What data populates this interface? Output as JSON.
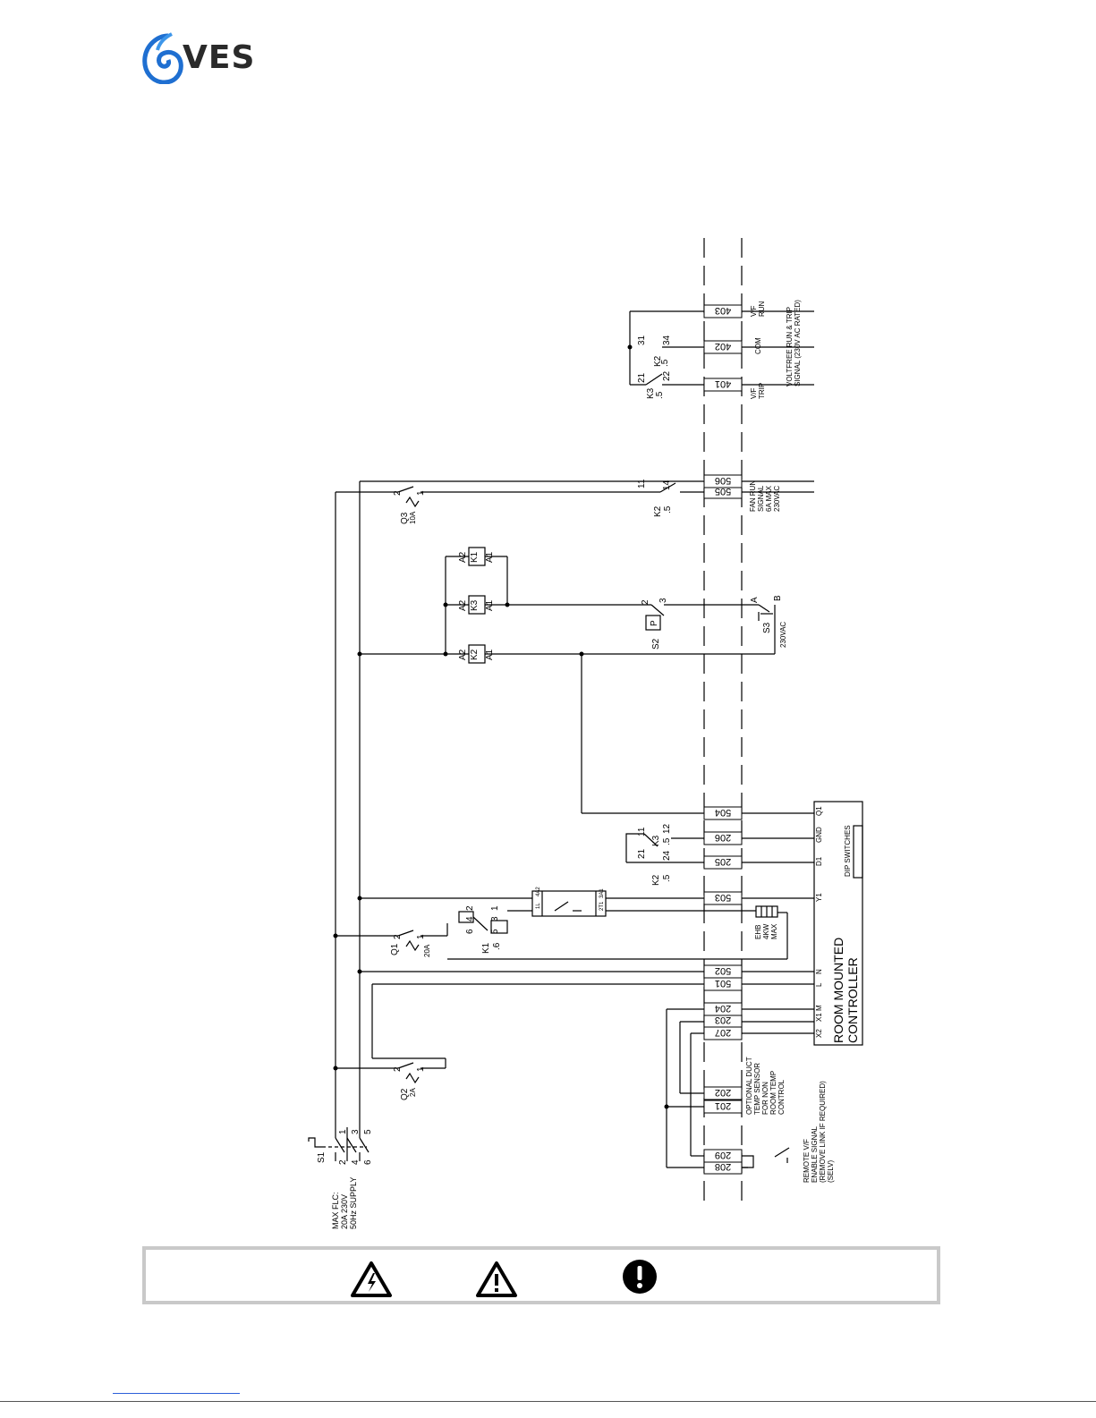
{
  "brand": {
    "logo_text": "VES"
  },
  "diagram": {
    "supply": [
      "MAX FLC:",
      "20A 230V",
      "50Hz SUPPLY"
    ],
    "main_switch": {
      "id": "S1",
      "pins_top": [
        "1",
        "3",
        "5"
      ],
      "pins_bottom": [
        "2",
        "4",
        "6"
      ]
    },
    "breakers": {
      "q1": {
        "id": "Q1",
        "rating": "20A",
        "pin_a": "2",
        "pin_b": "1"
      },
      "q2": {
        "id": "Q2",
        "rating": "2A",
        "pin_a": "2",
        "pin_b": "1"
      },
      "q3": {
        "id": "Q3",
        "rating": "10A",
        "pin_a": "2",
        "pin_b": "1"
      }
    },
    "terminals": {
      "t208": "208",
      "t209": "209",
      "t201": "201",
      "t202": "202",
      "t207": "207",
      "t203": "203",
      "t204": "204",
      "t501": "501",
      "t502": "502",
      "t503": "503",
      "t205": "205",
      "t206": "206",
      "t504": "504",
      "t505": "505",
      "t506": "506",
      "t401": "401",
      "t402": "402",
      "t403": "403"
    },
    "labels": {
      "remote": [
        "REMOTE V/F",
        "ENABLE SIGNAL",
        "(REMOVE LINK IF REQUIRED)",
        "(SELV)"
      ],
      "duct": [
        "OPTIONAL DUCT",
        "TEMP SENSOR",
        "FOR NON",
        "ROOM TEMP",
        "CONTROL"
      ],
      "ehb": [
        "EHB",
        "4KW",
        "MAX"
      ],
      "fan_run": [
        "FAN RUN",
        "SIGNAL",
        "6A MAX",
        "230VAC"
      ],
      "vf_trip": [
        "V/F",
        "TRIP"
      ],
      "com": "COM",
      "vf_run": [
        "V/F",
        "RUN"
      ],
      "voltfree": [
        "VOLTFREE RUN & TRIP",
        "SIGNAL (230V AC RATED)"
      ],
      "s3_voltage": "230VAC"
    },
    "controller": {
      "title": [
        "ROOM  MOUNTED",
        "CONTROLLER"
      ],
      "pins": {
        "x2": "X2",
        "x1m": "X1  M",
        "l": "L",
        "n": "N",
        "y1": "Y1",
        "d1": "D1",
        "gnd": "GND",
        "q1": "Q1"
      },
      "dip": "DIP  SWITCHES"
    },
    "coils": {
      "k2": {
        "name": "K2",
        "a1": "A1",
        "a2": "A2"
      },
      "k3": {
        "name": "K3",
        "a1": "A1",
        "a2": "A2"
      },
      "k1": {
        "name": "K1",
        "a1": "A1",
        "a2": "A2"
      }
    },
    "switches": {
      "s2": {
        "id": "S2",
        "symbol": "P",
        "pin_a": "2",
        "pin_b": "3"
      },
      "s3": {
        "id": "S3",
        "pin_a": "A",
        "pin_b": "B"
      }
    },
    "contactors": {
      "k1_main": {
        "id": "K1",
        "ref": ".6",
        "pins": [
          "6",
          "4",
          "2",
          "5",
          "3",
          "1"
        ]
      },
      "k2_d1": {
        "id": "K2",
        "ref": ".5",
        "pins": [
          "21",
          "24"
        ]
      },
      "k3_d1": {
        "id": "K3",
        "ref": ".5",
        "pins": [
          "11",
          "12"
        ]
      },
      "k2_fan": {
        "id": "K2",
        "ref": ".5",
        "pins": [
          "11",
          "14"
        ]
      },
      "k3_trip": {
        "id": "K3",
        "ref": ".5",
        "pins": [
          "21",
          "22"
        ]
      },
      "k2_run": {
        "id": "K2",
        "ref": ".5",
        "pins": [
          "31",
          "34"
        ]
      }
    },
    "relay": {
      "pins_left": [
        "1L",
        "4A2"
      ],
      "pins_right": [
        "2T1",
        "3A1"
      ]
    }
  },
  "warnings": {
    "icons": [
      "electrical-hazard-icon",
      "general-warning-icon",
      "mandatory-notice-icon"
    ]
  }
}
